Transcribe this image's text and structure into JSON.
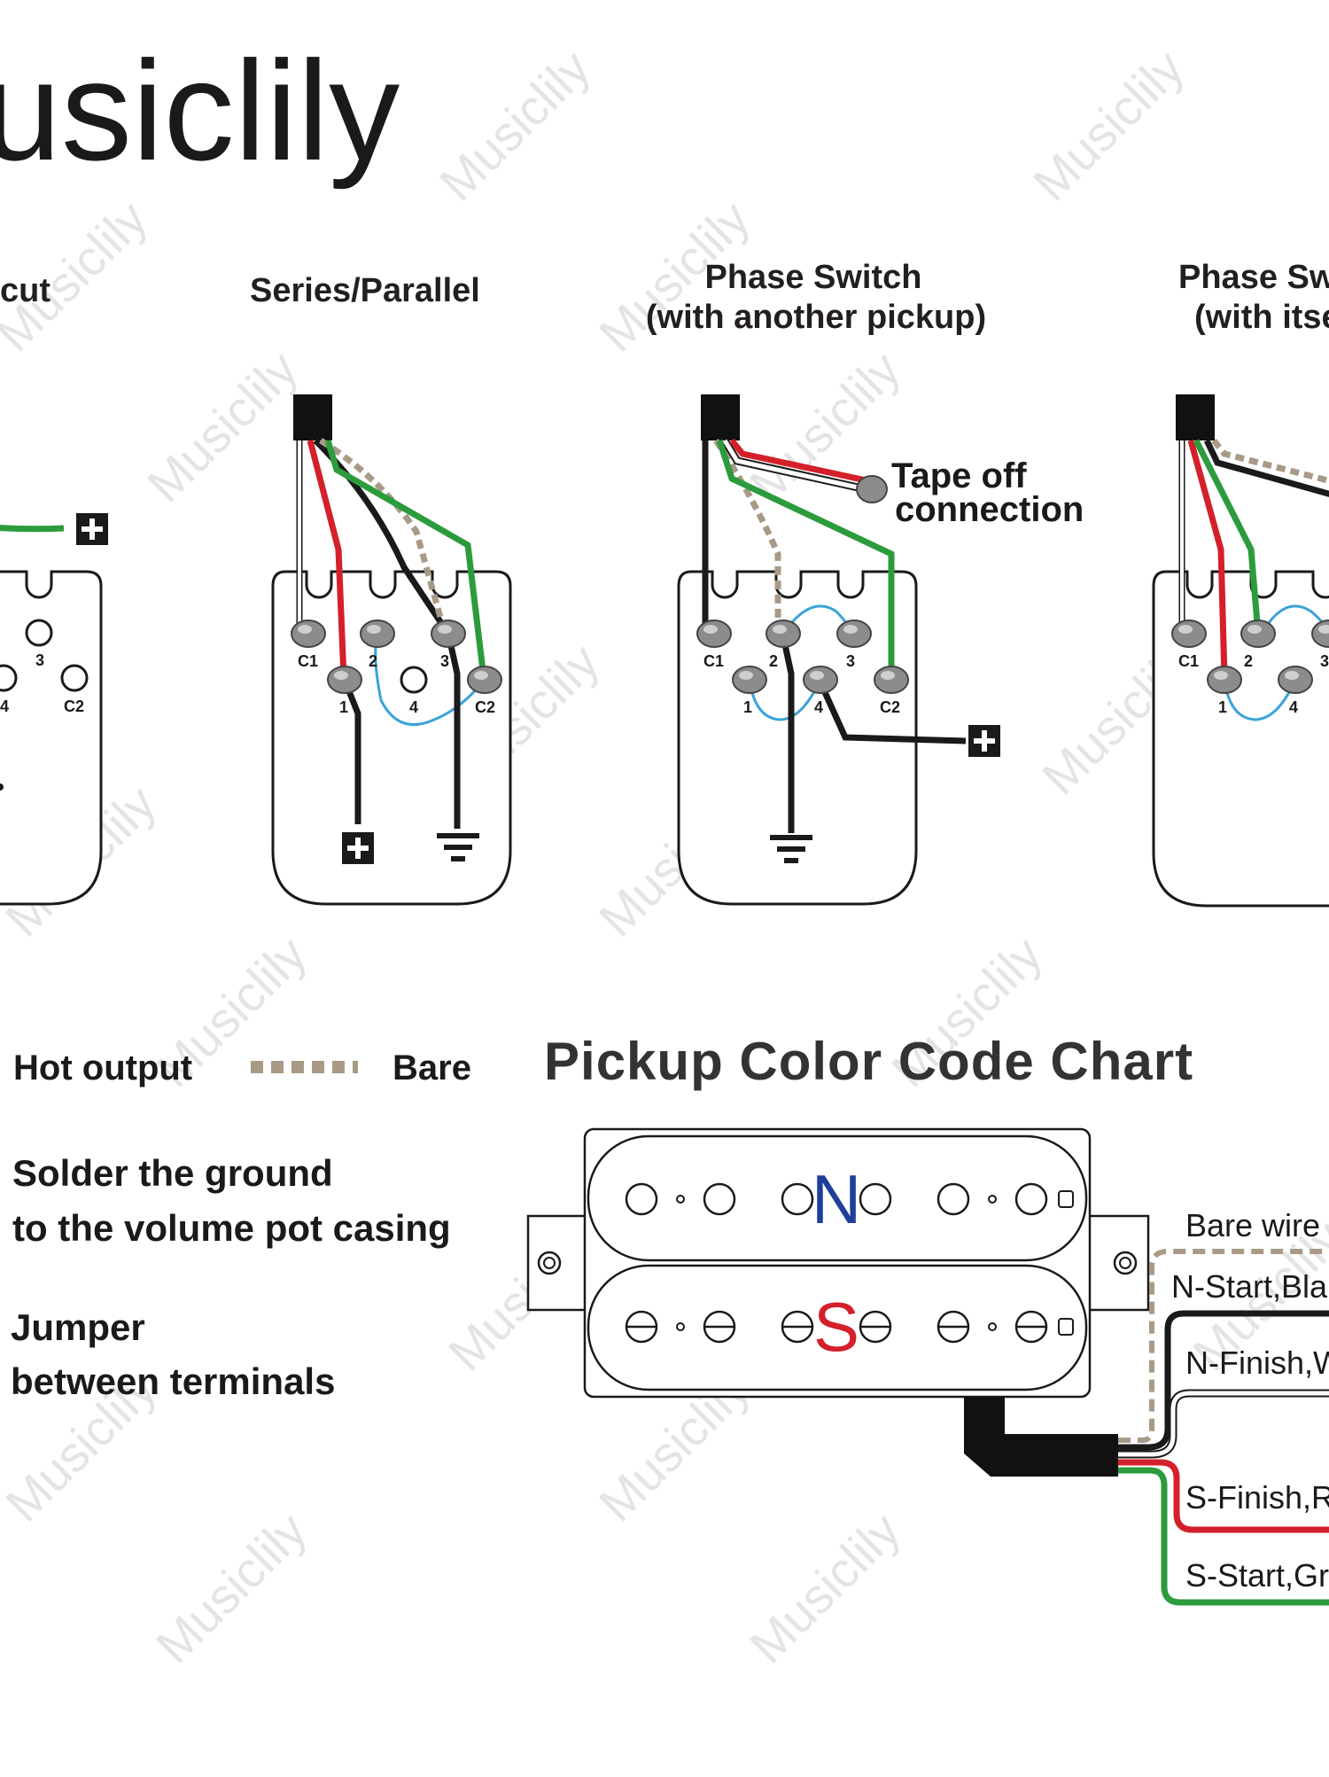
{
  "logo": {
    "text": "usiclily"
  },
  "watermark": {
    "text": "Musiclily"
  },
  "diagrams": [
    {
      "title": "cut"
    },
    {
      "title": "Series/Parallel"
    },
    {
      "title_line1": "Phase Switch",
      "title_line2": "(with another pickup)",
      "annotation_line1": "Tape off",
      "annotation_line2": "connection"
    },
    {
      "title_line1": "Phase Sw",
      "title_line2": "(with itse"
    }
  ],
  "terminals": {
    "c1": "C1",
    "c2": "C2",
    "t1": "1",
    "t2": "2",
    "t3": "3",
    "t4": "4"
  },
  "legend": {
    "hot_output": "Hot output",
    "bare": "Bare",
    "note_line1": "Solder the ground",
    "note_line2": "to the volume pot casing",
    "jumper_line1": "Jumper",
    "jumper_line2": "between terminals"
  },
  "color_chart": {
    "title": "Pickup Color Code Chart",
    "north_label": "N",
    "south_label": "S",
    "wires": [
      {
        "label": "Bare wire",
        "color": "#a89a86"
      },
      {
        "label": "N-Start,Bla",
        "color": "#1a1a1a"
      },
      {
        "label": "N-Finish,W",
        "color": "#ffffff"
      },
      {
        "label": "S-Finish,R",
        "color": "#d3202a"
      },
      {
        "label": "S-Start,Gr",
        "color": "#2c9b3c"
      }
    ]
  },
  "colors": {
    "black_wire": "#1a1a1a",
    "red_wire": "#d3202a",
    "green_wire": "#2c9b3c",
    "bare_wire": "#a89a86",
    "jumper": "#3aa3d8",
    "north": "#1f3f99",
    "south": "#d3202a"
  }
}
